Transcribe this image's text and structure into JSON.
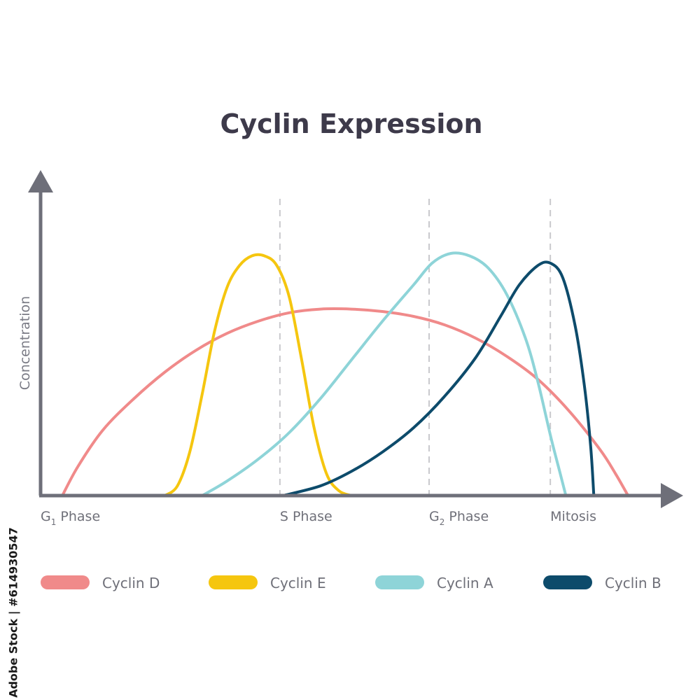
{
  "chart_data": {
    "type": "line",
    "title": "Cyclin Expression",
    "ylabel": "Concentration",
    "xlabel": "",
    "xlim": [
      0,
      100
    ],
    "ylim": [
      0,
      100
    ],
    "phases": [
      {
        "label_main": "G",
        "label_sub": "1",
        "label_rest": " Phase",
        "x": 0
      },
      {
        "label_main": "S Phase",
        "label_sub": "",
        "label_rest": "",
        "x": 38.5
      },
      {
        "label_main": "G",
        "label_sub": "2",
        "label_rest": " Phase",
        "x": 62.5
      },
      {
        "label_main": "Mitosis",
        "label_sub": "",
        "label_rest": "",
        "x": 82
      }
    ],
    "phase_dividers": [
      38.5,
      62.5,
      82
    ],
    "series": [
      {
        "name": "Cyclin D",
        "color": "#f08a8a",
        "points": [
          [
            3.5,
            0
          ],
          [
            6,
            12
          ],
          [
            10,
            27
          ],
          [
            15,
            40
          ],
          [
            20,
            51
          ],
          [
            25,
            60
          ],
          [
            30,
            67
          ],
          [
            35,
            72
          ],
          [
            40,
            75.5
          ],
          [
            45,
            77
          ],
          [
            50,
            77
          ],
          [
            55,
            76
          ],
          [
            60,
            74
          ],
          [
            65,
            70.5
          ],
          [
            70,
            65
          ],
          [
            75,
            57.5
          ],
          [
            80,
            48
          ],
          [
            85,
            35
          ],
          [
            90,
            19
          ],
          [
            92.5,
            9
          ],
          [
            94.5,
            0
          ]
        ]
      },
      {
        "name": "Cyclin E",
        "color": "#f5c60f",
        "points": [
          [
            20,
            0
          ],
          [
            22,
            4
          ],
          [
            24,
            18
          ],
          [
            26,
            42
          ],
          [
            28,
            68
          ],
          [
            30,
            86
          ],
          [
            32,
            95
          ],
          [
            34,
            99
          ],
          [
            36,
            99
          ],
          [
            38,
            95
          ],
          [
            40,
            82
          ],
          [
            42,
            56
          ],
          [
            44,
            28
          ],
          [
            46,
            9
          ],
          [
            48,
            2
          ],
          [
            50,
            0
          ]
        ]
      },
      {
        "name": "Cyclin A",
        "color": "#8ed4d8",
        "points": [
          [
            26,
            0
          ],
          [
            30,
            6
          ],
          [
            35,
            15
          ],
          [
            40,
            26
          ],
          [
            45,
            40
          ],
          [
            50,
            56
          ],
          [
            55,
            72
          ],
          [
            60,
            87
          ],
          [
            63,
            96
          ],
          [
            66,
            100
          ],
          [
            69,
            99
          ],
          [
            72,
            94
          ],
          [
            75,
            83
          ],
          [
            78,
            65
          ],
          [
            80,
            47
          ],
          [
            82,
            25
          ],
          [
            83.5,
            10
          ],
          [
            84.5,
            0
          ]
        ]
      },
      {
        "name": "Cyclin B",
        "color": "#0d4b6b",
        "points": [
          [
            39,
            0
          ],
          [
            45,
            4
          ],
          [
            50,
            10
          ],
          [
            55,
            18
          ],
          [
            60,
            28
          ],
          [
            65,
            41
          ],
          [
            70,
            57
          ],
          [
            74,
            74
          ],
          [
            77,
            87
          ],
          [
            80,
            95
          ],
          [
            82,
            96
          ],
          [
            84,
            90
          ],
          [
            86,
            70
          ],
          [
            87.5,
            45
          ],
          [
            88.5,
            20
          ],
          [
            89,
            0
          ]
        ]
      }
    ],
    "legend": [
      "Cyclin D",
      "Cyclin E",
      "Cyclin A",
      "Cyclin B"
    ],
    "legend_position": "bottom",
    "grid": false
  },
  "watermark": {
    "text": "Adobe Stock | #614930547"
  }
}
